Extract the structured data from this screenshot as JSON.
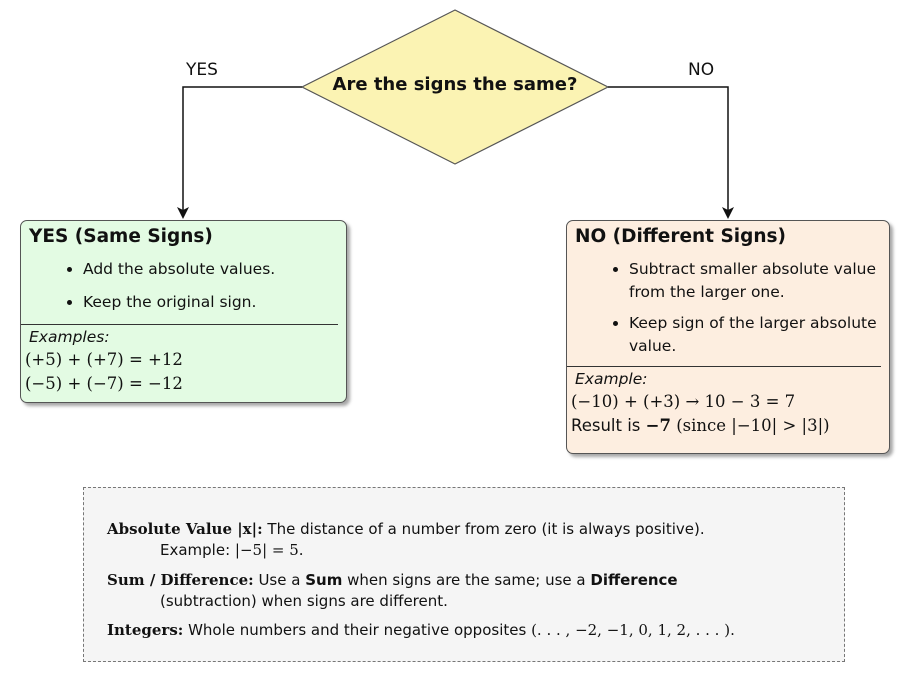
{
  "decision": {
    "question": "Are the signs the same?",
    "yes_label": "YES",
    "no_label": "NO",
    "fill_color": "#fbf3b3"
  },
  "yes_box": {
    "title": "YES (Same Signs)",
    "bullets": [
      "Add the absolute values.",
      "Keep the original sign."
    ],
    "examples_title": "Examples:",
    "examples": [
      "(+5) + (+7) = +12",
      "(−5) + (−7) = −12"
    ],
    "fill_color": "#e3fbe3"
  },
  "no_box": {
    "title": "NO (Different Signs)",
    "bullets": [
      "Subtract smaller absolute value from the larger one.",
      "Keep sign of the larger absolute value."
    ],
    "examples_title": "Example:",
    "example_line1": "(−10) + (+3) → 10 − 3 = 7",
    "result_prefix": "Result is",
    "result_value": "−7",
    "result_note": "(since |−10| > |3|)",
    "fill_color": "#fdeee0"
  },
  "glossary": {
    "abs_term": "Absolute Value |x|:",
    "abs_def": "The distance of a number from zero (it is always positive).",
    "abs_example_label": "Example:",
    "abs_example_math": "|−5| = 5.",
    "sum_term": "Sum / Difference:",
    "sum_def_1": "Use a",
    "sum_word": "Sum",
    "sum_def_2": "when signs are the same; use a",
    "diff_word": "Difference",
    "sum_def_3": "(subtraction) when signs are different.",
    "int_term": "Integers:",
    "int_def": "Whole numbers and their negative opposites",
    "int_math": "(. . . , −2, −1, 0, 1, 2, . . . )."
  }
}
